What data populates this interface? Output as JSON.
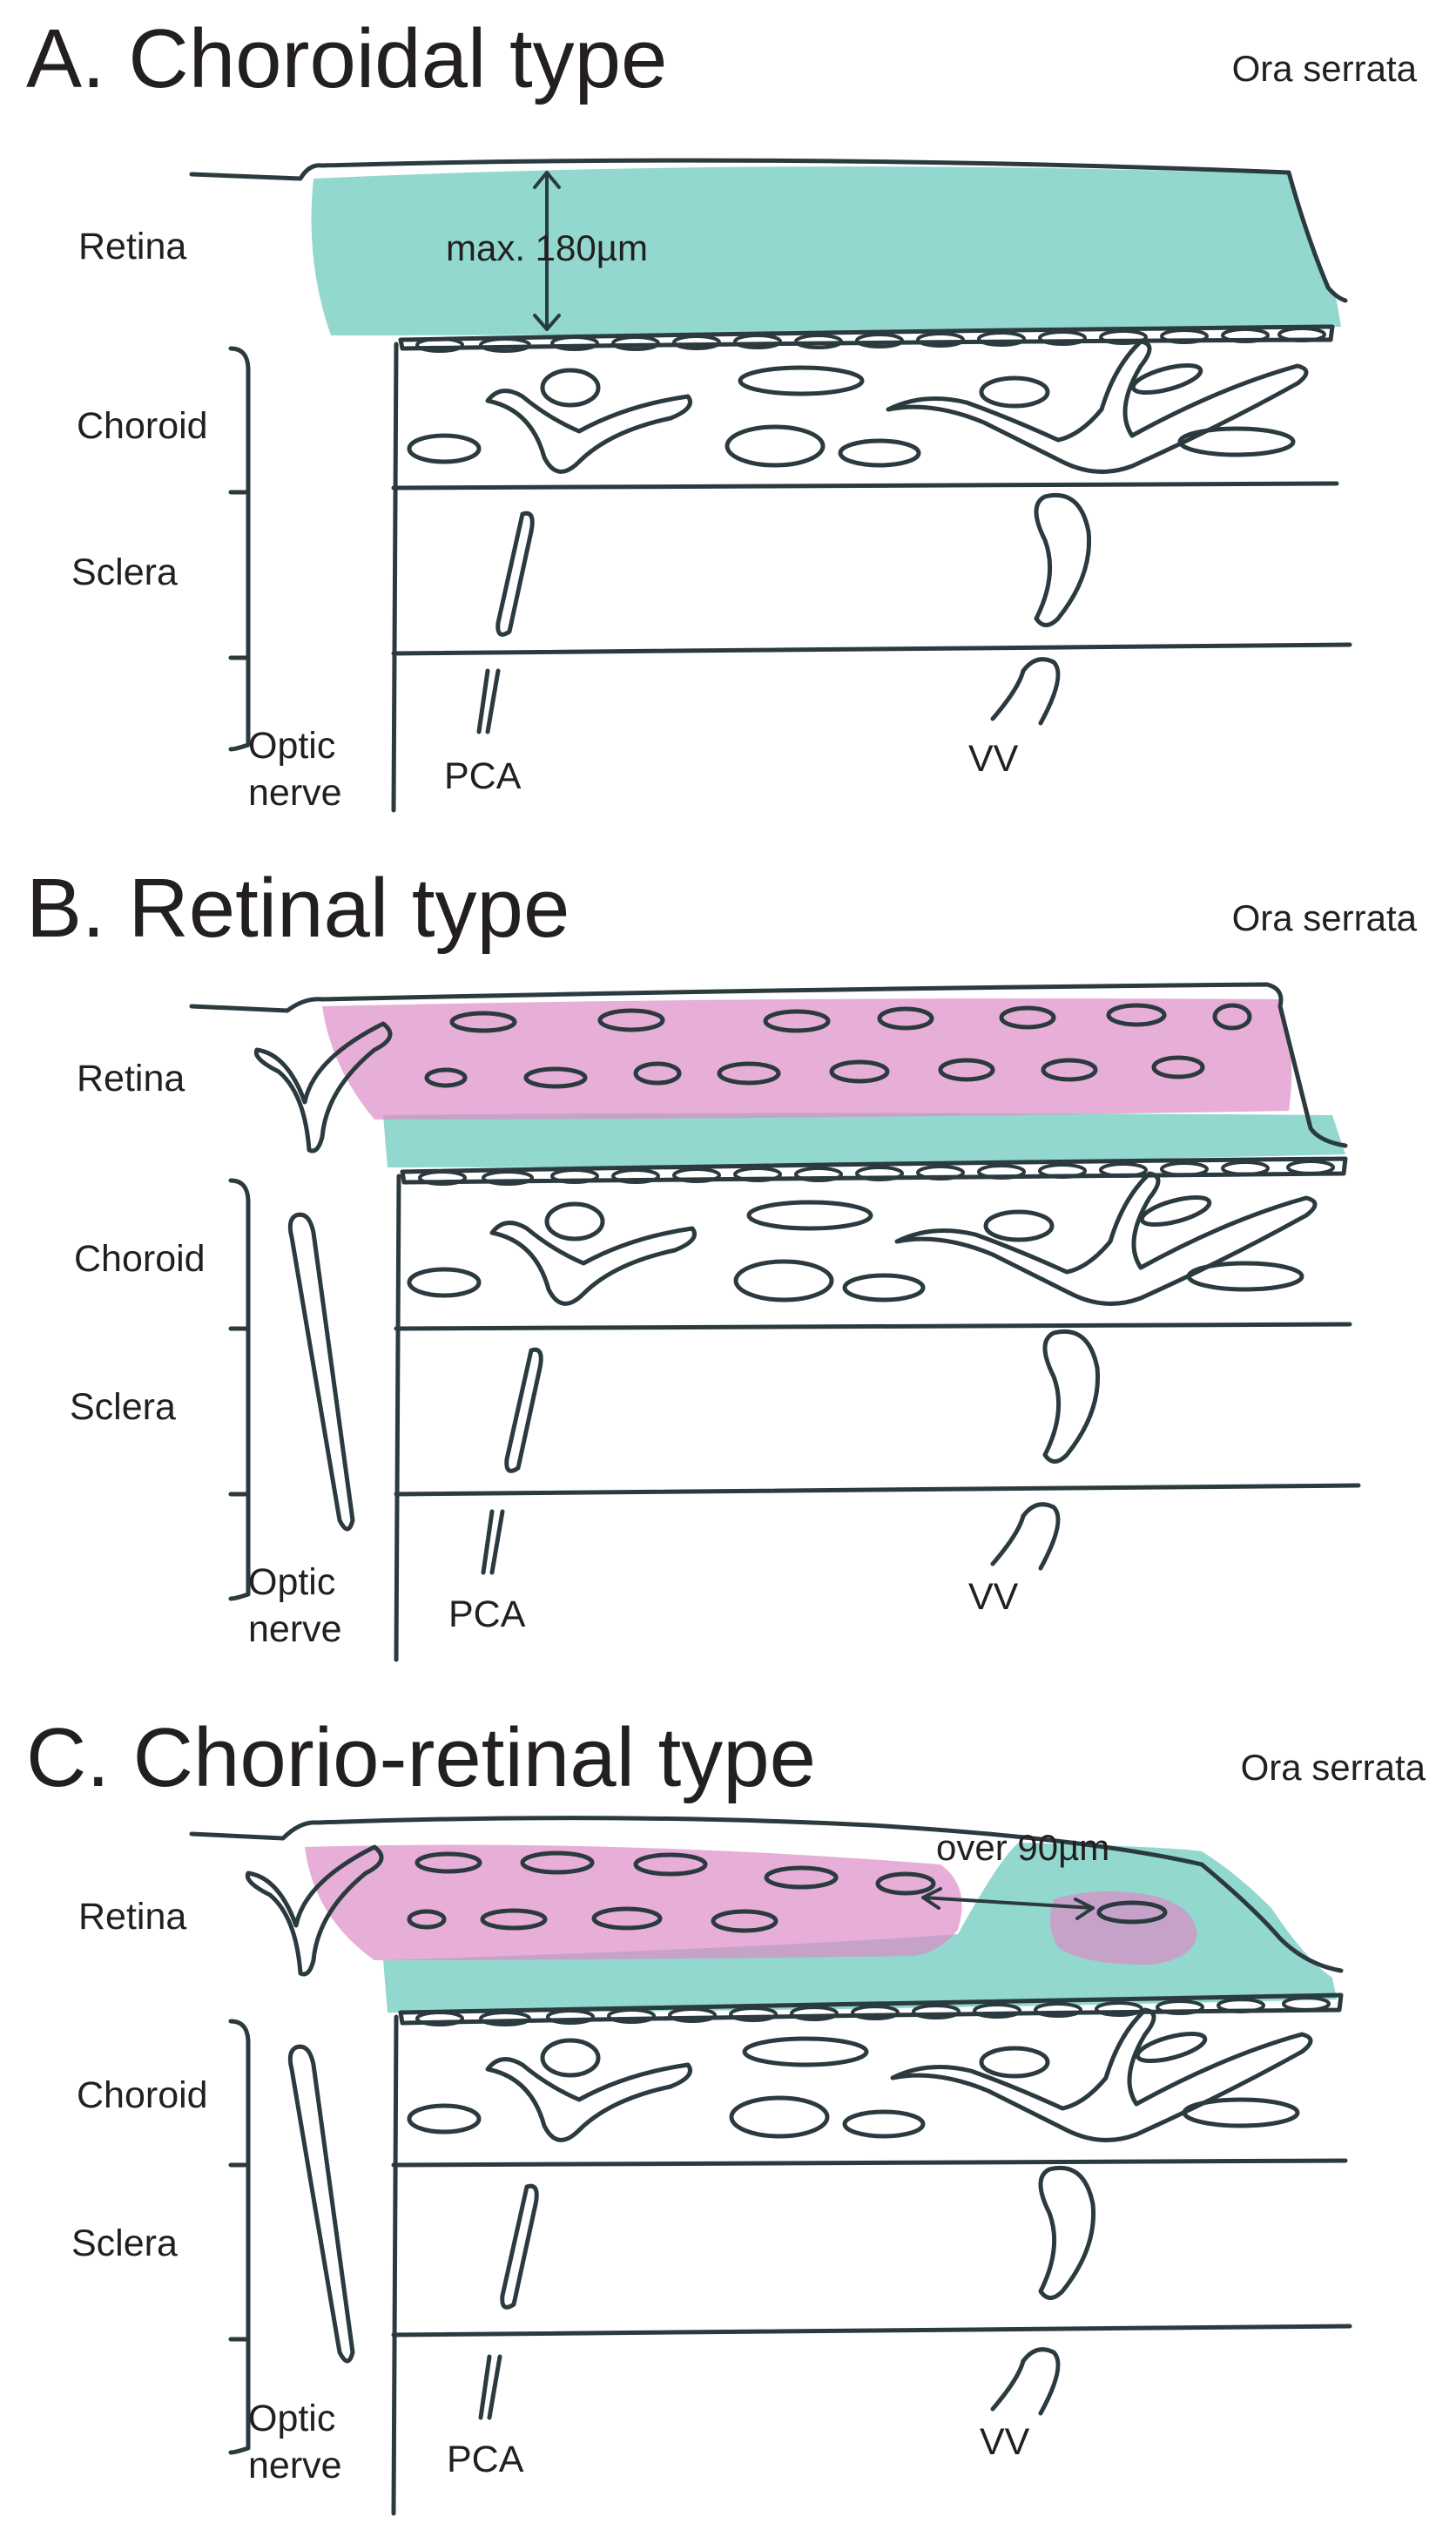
{
  "colors": {
    "ink": "#2b3a3f",
    "retina_green": "#6ecbbf",
    "retina_pink": "#dd8cc6"
  },
  "panels": [
    {
      "title": "A. Choroidal type",
      "ora_serrata": "Ora serrata",
      "layers": {
        "retina": "Retina",
        "choroid": "Choroid",
        "sclera": "Sclera"
      },
      "optic_nerve": "Optic\nnerve",
      "pca": "PCA",
      "vv": "VV",
      "measurement": "max. 180µm"
    },
    {
      "title": "B. Retinal type",
      "ora_serrata": "Ora serrata",
      "layers": {
        "retina": "Retina",
        "choroid": "Choroid",
        "sclera": "Sclera"
      },
      "optic_nerve": "Optic\nnerve",
      "pca": "PCA",
      "vv": "VV"
    },
    {
      "title": "C. Chorio-retinal type",
      "ora_serrata": "Ora serrata",
      "layers": {
        "retina": "Retina",
        "choroid": "Choroid",
        "sclera": "Sclera"
      },
      "optic_nerve": "Optic\nnerve",
      "pca": "PCA",
      "vv": "VV",
      "measurement": "over 90µm"
    }
  ]
}
